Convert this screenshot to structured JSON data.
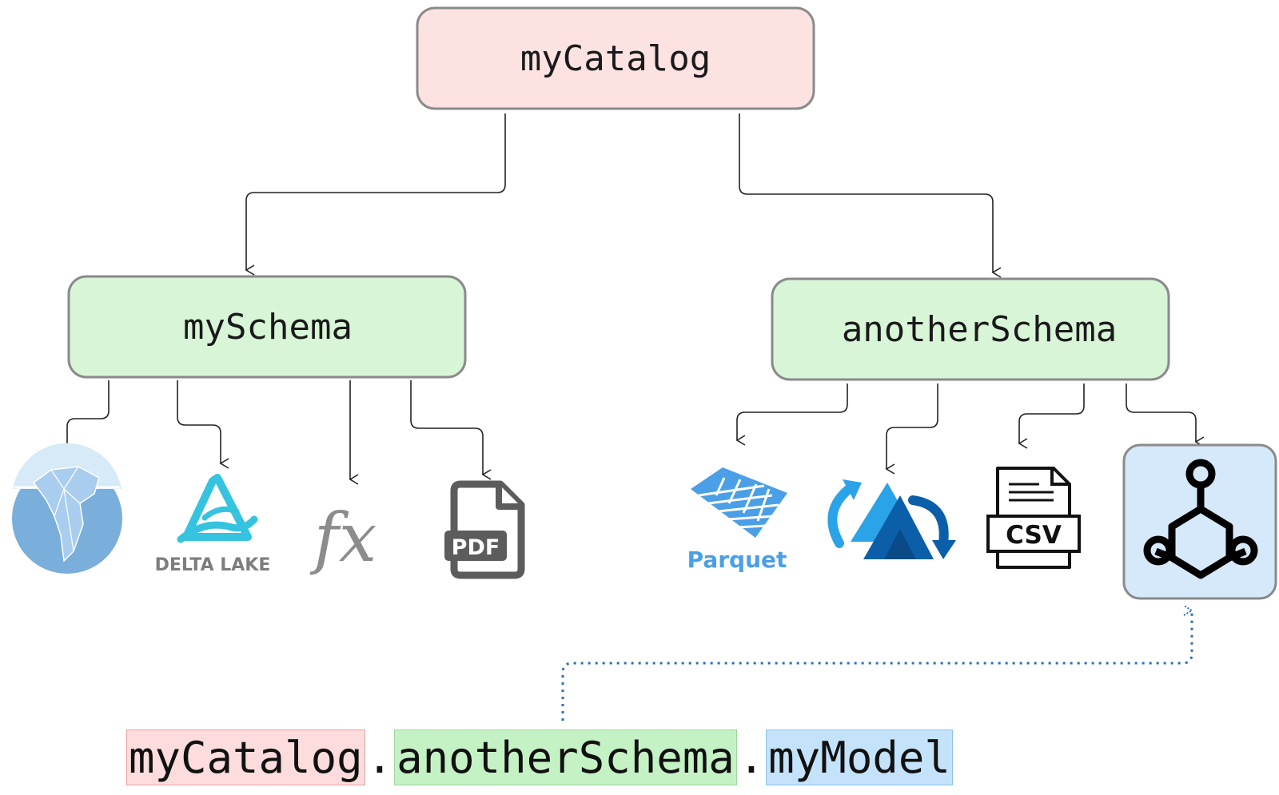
{
  "nodes": {
    "root": "myCatalog",
    "schema_left": "mySchema",
    "schema_right": "anotherSchema"
  },
  "logos": {
    "delta_lake": "DELTA LAKE",
    "function": "fx",
    "pdf": "PDF",
    "parquet": "Parquet",
    "csv": "CSV"
  },
  "qualified_name": {
    "catalog": "myCatalog",
    "separator": ".",
    "schema": "anotherSchema",
    "model": "myModel"
  },
  "colors": {
    "catalog_fill": "#fde2e2",
    "schema_fill": "#d8f5d8",
    "model_fill": "#d6e9fb",
    "node_border": "#7d7d7d",
    "dotted_arrow": "#2a6fb8"
  }
}
